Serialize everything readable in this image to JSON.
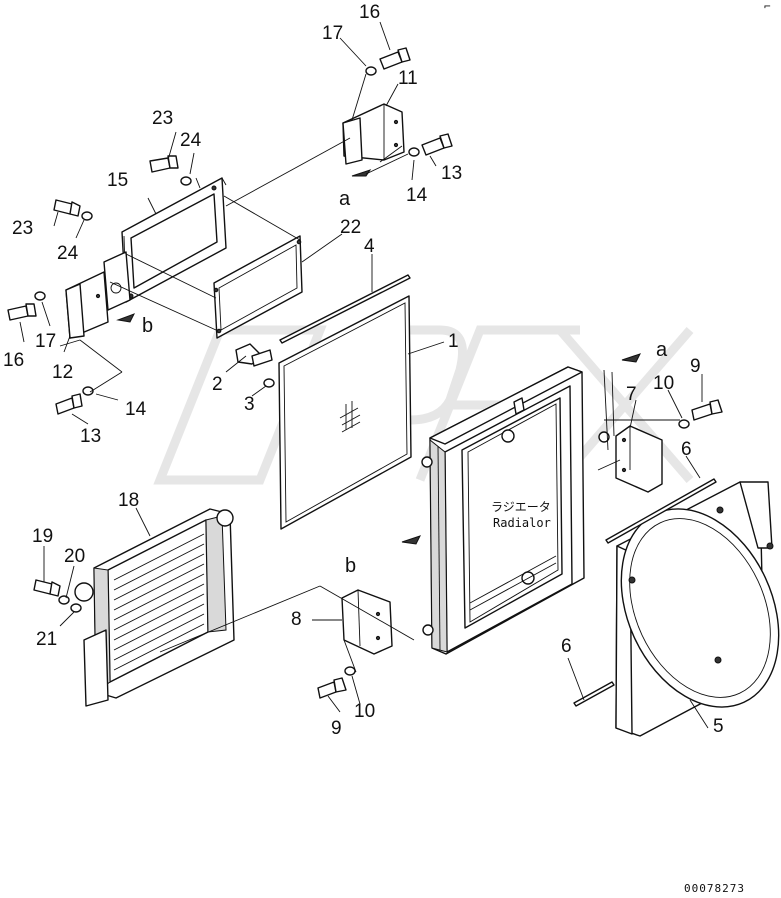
{
  "diagram": {
    "drawing_number": "00078273",
    "label_radiator_jp": "ラジエータ",
    "label_radiator_en": "Radialor",
    "corner_mark": "⌐",
    "callouts": {
      "c1": "1",
      "c2": "2",
      "c3": "3",
      "c4": "4",
      "c5": "5",
      "c6a": "6",
      "c6b": "6",
      "c7": "7",
      "c8": "8",
      "c9a": "9",
      "c9b": "9",
      "c10a": "10",
      "c10b": "10",
      "c11": "11",
      "c12": "12",
      "c13a": "13",
      "c13b": "13",
      "c14a": "14",
      "c14b": "14",
      "c15": "15",
      "c16a": "16",
      "c16b": "16",
      "c17a": "17",
      "c17b": "17",
      "c18": "18",
      "c19": "19",
      "c20": "20",
      "c21": "21",
      "c22": "22",
      "c23a": "23",
      "c23b": "23",
      "c24a": "24",
      "c24b": "24"
    },
    "reference_letters": {
      "a_top": "a",
      "a_right": "a",
      "b_left": "b",
      "b_center": "b"
    }
  }
}
